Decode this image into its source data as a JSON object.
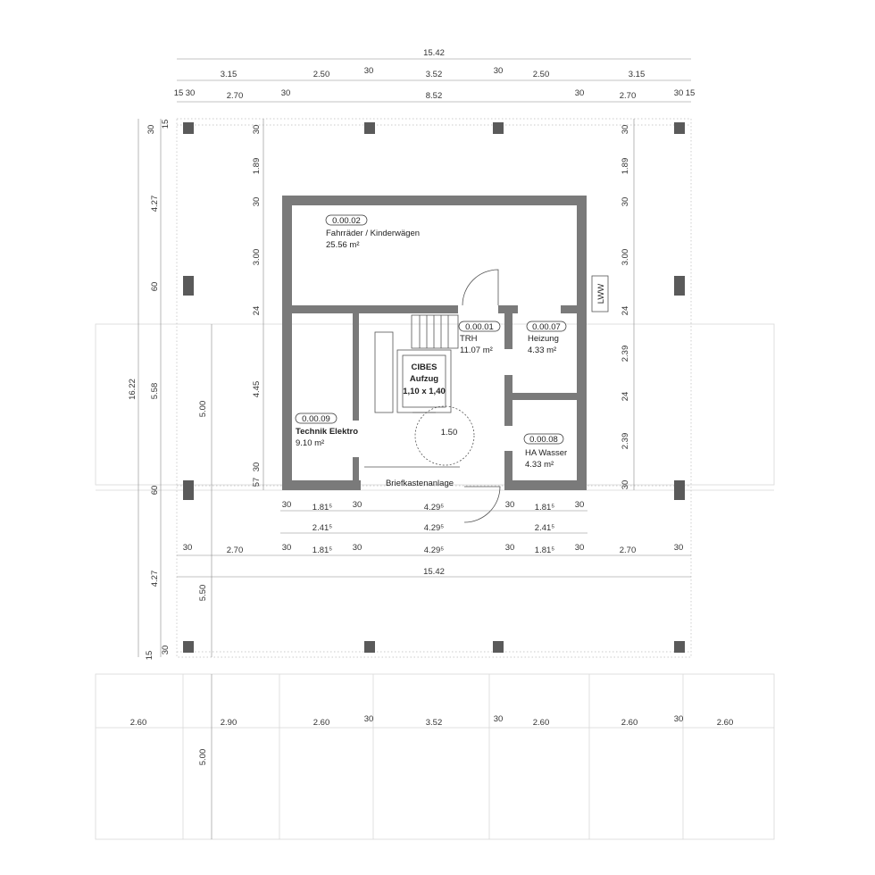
{
  "dimensions": {
    "overall_width": "15.42",
    "top_row1": [
      "3.15",
      "2.50",
      "30",
      "3.52",
      "30",
      "2.50",
      "3.15"
    ],
    "top_row2": [
      "15",
      "30",
      "2.70",
      "30",
      "8.52",
      "30",
      "2.70",
      "30",
      "15"
    ],
    "left_outer": [
      "4.27",
      "5.58",
      "16.22",
      "4.27",
      "15"
    ],
    "left_inner": [
      "30",
      "1.89",
      "30",
      "3.00",
      "60",
      "24",
      "4.45",
      "30",
      "57",
      "60",
      "30",
      "5.00",
      "5.50",
      "30",
      "15",
      "30",
      "5.00"
    ],
    "right": [
      "30",
      "1.89",
      "30",
      "3.00",
      "24",
      "2.39",
      "24",
      "2.39",
      "30"
    ],
    "bottom_row1": [
      "30",
      "1.81⁵",
      "30",
      "4.29⁵",
      "30",
      "1.81⁵",
      "30"
    ],
    "bottom_row2": [
      "2.41⁵",
      "4.29⁵",
      "2.41⁵"
    ],
    "bottom_row3": [
      "30",
      "2.70",
      "30",
      "1.81⁵",
      "30",
      "4.29⁵",
      "30",
      "1.81⁵",
      "30",
      "2.70",
      "30"
    ],
    "overall_width_bottom": "15.42",
    "parking": [
      "2.60",
      "2.90",
      "2.60",
      "30",
      "3.52",
      "30",
      "2.60",
      "2.60",
      "30",
      "2.60"
    ],
    "turning_circle": "1.50"
  },
  "rooms": [
    {
      "id": "0.00.02",
      "name": "Fahrräder / Kinderwägen",
      "area": "25.56 m²"
    },
    {
      "id": "0.00.01",
      "name": "TRH",
      "area": "11.07 m²"
    },
    {
      "id": "0.00.07",
      "name": "Heizung",
      "area": "4.33 m²"
    },
    {
      "id": "0.00.09",
      "name": "Technik Elektro",
      "area": "9.10 m²"
    },
    {
      "id": "0.00.08",
      "name": "HA Wasser",
      "area": "4.33 m²"
    }
  ],
  "elevator": {
    "name": "CIBES",
    "label": "Aufzug",
    "size": "1,10 x 1,40"
  },
  "labels": {
    "mailbox": "Briefkastenanlage",
    "lww": "LWW"
  }
}
